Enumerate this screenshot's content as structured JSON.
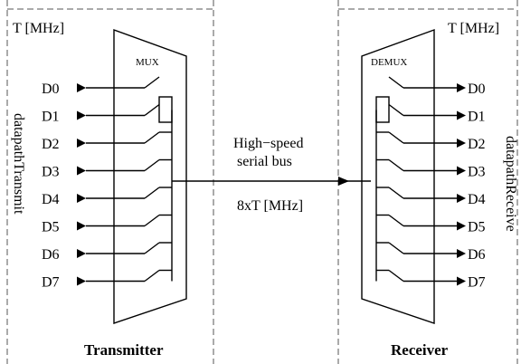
{
  "transmitter": {
    "clock_label": "T [MHz]",
    "mux_label": "MUX",
    "side_label": "datapathTransmit",
    "title": "Transmitter",
    "inputs": [
      "D0",
      "D1",
      "D2",
      "D3",
      "D4",
      "D5",
      "D6",
      "D7"
    ]
  },
  "receiver": {
    "clock_label": "T [MHz]",
    "demux_label": "DEMUX",
    "side_label": "datapathReceive",
    "title": "Receiver",
    "outputs": [
      "D0",
      "D1",
      "D2",
      "D3",
      "D4",
      "D5",
      "D6",
      "D7"
    ]
  },
  "bus": {
    "label_line1": "High−speed",
    "label_line2": "serial bus",
    "rate": "8xT [MHz]"
  }
}
